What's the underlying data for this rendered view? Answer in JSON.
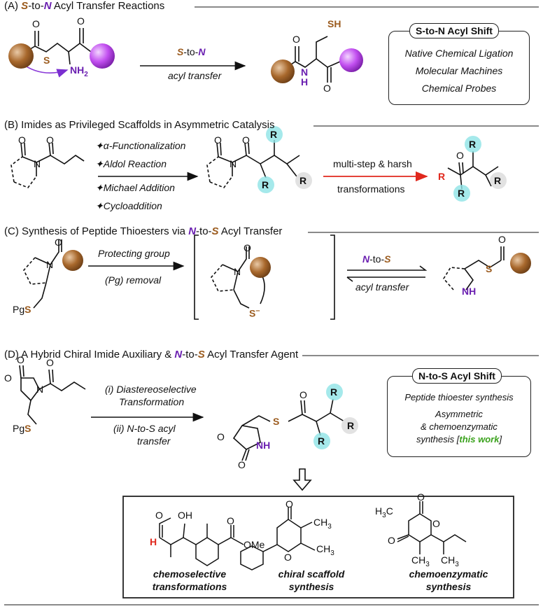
{
  "sections": {
    "a": {
      "letter": "(A)",
      "title_s": "S",
      "title_mid": "-to-",
      "title_n": "N",
      "title_rest": " Acyl Transfer Reactions",
      "arrow_s": "S",
      "arrow_mid": "-to-",
      "arrow_n": "N",
      "arrow_label": "acyl transfer",
      "atom_s": "S",
      "atom_nh2": "NH",
      "atom_nh2_sub": "2",
      "atom_o1": "O",
      "atom_o2": "O",
      "prod_sh": "SH",
      "prod_o1": "O",
      "prod_o2": "O",
      "prod_n": "N",
      "prod_h": "H",
      "box_title": "S-to-N Acyl Shift",
      "box_items": [
        "Native Chemical Ligation",
        "Molecular Machines",
        "Chemical Probes"
      ]
    },
    "b": {
      "title": "(B) Imides as Privileged Scaffolds in Asymmetric Catalysis",
      "reactions": [
        "✦α-Functionalization",
        "✦Aldol Reaction",
        "✦Michael Addition",
        "✦Cycloaddition"
      ],
      "arrow2_top": "multi-step & harsh",
      "arrow2_bottom": "transformations",
      "atoms": {
        "o": "O",
        "n": "N",
        "r": "R"
      }
    },
    "c": {
      "title_pre": "(C) Synthesis of Peptide Thioesters via ",
      "title_n": "N",
      "title_mid": "-to-",
      "title_s": "S",
      "title_post": " Acyl Transfer",
      "arrow1_top": "Protecting group",
      "arrow1_bottom": "(Pg) removal",
      "eq_top_n": "N",
      "eq_top_mid": "-to-",
      "eq_top_s": "S",
      "eq_bottom": "acyl transfer",
      "atoms": {
        "o": "O",
        "n": "N",
        "pg": "Pg",
        "s": "S",
        "s_minus": "S",
        "minus": "–",
        "nh": "NH"
      }
    },
    "d": {
      "title_pre": "(D) A Hybrid Chiral Imide Auxiliary & ",
      "title_n": "N",
      "title_mid": "-to-",
      "title_s": "S",
      "title_post": " Acyl Transfer Agent",
      "arrow_top1": "(i) Diastereoselective",
      "arrow_top2": "Transformation",
      "arrow_bottom1": "(ii) N-to-S acyl",
      "arrow_bottom2": "transfer",
      "box_title": "N-to-S Acyl Shift",
      "box_line1": "Peptide thioester synthesis",
      "box_line2": "Asymmetric",
      "box_line3": "& chemoenzymatic",
      "box_line4_pre": "synthesis [",
      "box_line4_hl": "this work",
      "box_line4_post": "]",
      "atoms": {
        "o": "O",
        "n": "N",
        "nh": "NH",
        "pg": "Pg",
        "s": "S",
        "r": "R"
      }
    },
    "products": {
      "p1_label1": "chemoselective",
      "p1_label2": "transformations",
      "p2_label1": "chiral scaffold",
      "p2_label2": "synthesis",
      "p3_label1": "chemoenzymatic",
      "p3_label2": "synthesis",
      "atoms": {
        "o": "O",
        "h": "H",
        "oh": "OH",
        "ome": "OMe",
        "ch3": "CH",
        "h3c": "H",
        "three": "3",
        "c": "C"
      }
    }
  },
  "colors": {
    "brown": "#a0622a",
    "purple": "#b23fe0",
    "cyan": "#8fe3e6",
    "gray_ball": "#e2e2e2",
    "red": "#e0281d",
    "green": "#3aa21c",
    "sulfur": "#9b5b1e",
    "nitro": "#6a1fb0"
  }
}
